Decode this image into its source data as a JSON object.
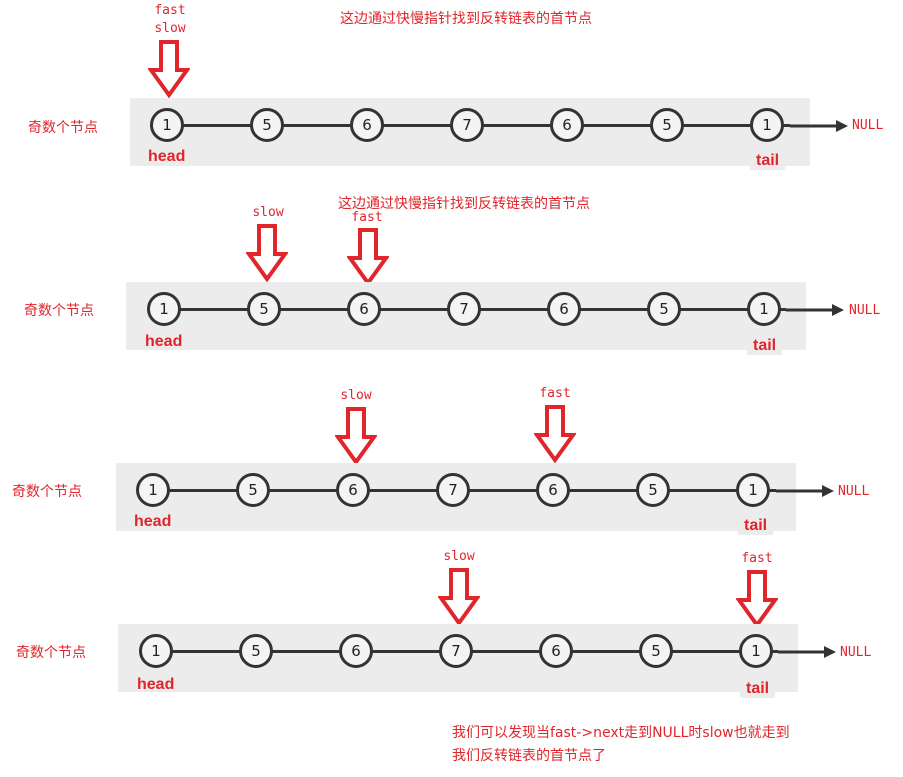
{
  "caption": "这边通过快慢指针找到反转链表的首节点",
  "row_label": "奇数个节点",
  "pointer_fast": "fast",
  "pointer_slow": "slow",
  "head_label": "head",
  "tail_label": "tail",
  "null_label": "NULL",
  "node_values": [
    "1",
    "5",
    "6",
    "7",
    "6",
    "5",
    "1"
  ],
  "rows": [
    {
      "step": 1,
      "slow_at": 1,
      "fast_at": 1
    },
    {
      "step": 2,
      "slow_at": 2,
      "fast_at": 3
    },
    {
      "step": 3,
      "slow_at": 3,
      "fast_at": 5
    },
    {
      "step": 4,
      "slow_at": 4,
      "fast_at": 7
    }
  ],
  "note_line1": "我们可以发现当fast->next走到NULL时slow也就走到",
  "note_line2": "我们反转链表的首节点了",
  "colors": {
    "accent": "#e0252b",
    "node_border": "#333333",
    "band": "#ececec"
  }
}
